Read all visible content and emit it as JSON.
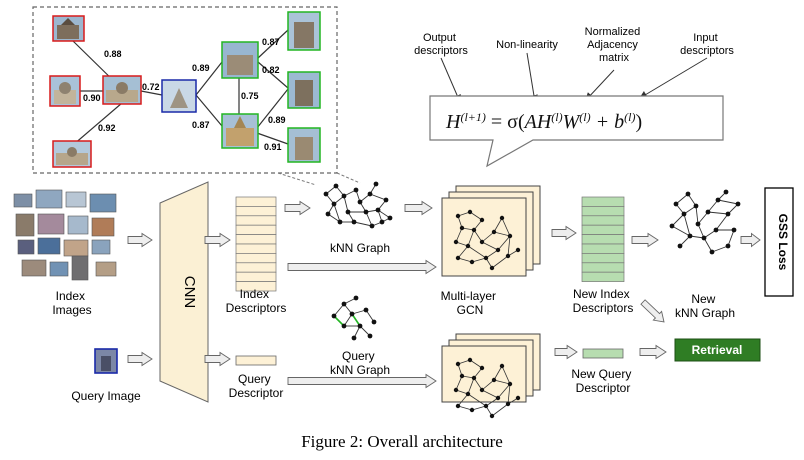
{
  "edge_weights": [
    "0.88",
    "0.90",
    "0.72",
    "0.92",
    "0.89",
    "0.87",
    "0.75",
    "0.82",
    "0.87",
    "0.89",
    "0.91"
  ],
  "formula": {
    "labels": {
      "output": [
        "Output",
        "descriptors"
      ],
      "nonlinearity": [
        "Non-linearity"
      ],
      "adjacency": [
        "Normalized",
        "Adjacency",
        "matrix"
      ],
      "input": [
        "Input",
        "descriptors"
      ]
    },
    "terms": {
      "H": "H",
      "H_sup": "(l+1)",
      "eq": " = σ(",
      "A": "AH",
      "A_sup": "(l)",
      "W": "W",
      "W_sup": "(l)",
      "plus": " + b",
      "b_sup": "(l)",
      "close": ")"
    }
  },
  "blocks": {
    "index_images": [
      "Index",
      "Images"
    ],
    "query_image": "Query Image",
    "cnn": "CNN",
    "index_descriptors": [
      "Index",
      "Descriptors"
    ],
    "query_descriptor": [
      "Query",
      "Descriptor"
    ],
    "knn_graph": "kNN Graph",
    "query_knn_graph": [
      "Query",
      "kNN Graph"
    ],
    "gcn": [
      "Multi-layer",
      "GCN"
    ],
    "new_index_descriptors": [
      "New Index",
      "Descriptors"
    ],
    "new_query_descriptor": [
      "New Query",
      "Descriptor"
    ],
    "new_knn_graph": [
      "New",
      "kNN Graph"
    ],
    "gss_loss": "GSS Loss",
    "retrieval": "Retrieval"
  },
  "caption": "Figure 2: Overall architecture",
  "colors": {
    "red": "#d81b1b",
    "green": "#22b522",
    "blue": "#1a2aa8",
    "cnn_fill": "#fbf0d4",
    "desc_fill": "#fdf1d6",
    "new_desc_fill": "#b7ddb0",
    "retrieval_fill": "#2f7d24",
    "gcn_fill": "#fdf1d6",
    "arrow_fill": "#eeeeee",
    "arrow_stroke": "#666666"
  }
}
